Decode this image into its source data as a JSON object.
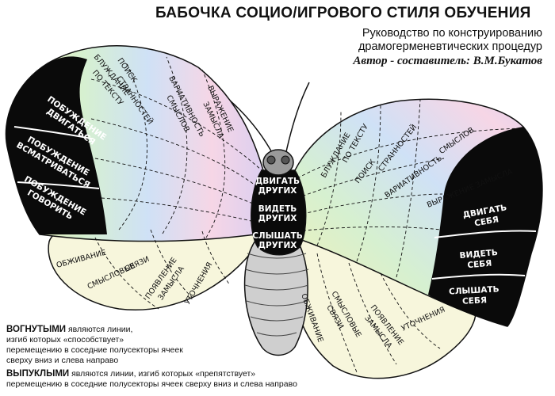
{
  "header": {
    "title": "БАБОЧКА СОЦИО/ИГРОВОГО СТИЛЯ ОБУЧЕНИЯ",
    "subtitle_line1": "Руководство по конструированию",
    "subtitle_line2": "драмогерменевтических процедур",
    "author": "Автор - составитель: В.М.Букатов"
  },
  "body_labels": {
    "line1a": "ДВИГАТЬ",
    "line1b": "ДРУГИХ",
    "line2a": "ВИДЕТЬ",
    "line2b": "ДРУГИХ",
    "line3a": "СЛЫШАТЬ",
    "line3b": "ДРУГИХ"
  },
  "left_black": {
    "item1_a": "ПОБУЖДЕНИЕ",
    "item1_b": "ДВИГАТЬСЯ",
    "item2_a": "ПОБУЖДЕНИЕ",
    "item2_b": "ВСМАТРИВАТЬСЯ",
    "item3_a": "ПОБУЖДЕНИЕ",
    "item3_b": "ГОВОРИТЬ"
  },
  "right_black": {
    "item1_a": "ДВИГАТЬ",
    "item1_b": "СЕБЯ",
    "item2_a": "ВИДЕТЬ",
    "item2_b": "СЕБЯ",
    "item3_a": "СЛЫШАТЬ",
    "item3_b": "СЕБЯ"
  },
  "left_upper": {
    "l1a": "БЛУЖДАНИЕ",
    "l1b": "ПО ТЕКСТУ",
    "l2a": "ПОИСК",
    "l2b": "СТРАННОСТЕЙ",
    "l3a": "ВАРИАТИВНОСТЬ",
    "l3b": "СМЫСЛОВ",
    "l4a": "ВЫРАЖЕНИЕ",
    "l4b": "ЗАМЫСЛА"
  },
  "right_upper": {
    "l1a": "БЛУЖДАНИЕ",
    "l1b": "ПО ТЕКСТУ",
    "l2a": "ПОИСК",
    "l2b": "СТРАННОСТЕЙ",
    "l3a": "ВАРИАТИВНОСТЬ",
    "l3b": "СМЫСЛОВ",
    "l4a": "ВЫРАЖЕНИЕ",
    "l4b": "ЗАМЫСЛА"
  },
  "left_lower": {
    "l1": "ОБЖИВАНИЕ",
    "l2a": "СМЫСЛОВЫЕ",
    "l2b": "СВЯЗИ",
    "l3a": "ПОЯВЛЕНИЕ",
    "l3b": "ЗАМЫСЛА",
    "l4": "УТОЧНЕНИЯ"
  },
  "right_lower": {
    "l1": "ОБЖИВАНИЕ",
    "l2a": "СМЫСЛОВЫЕ",
    "l2b": "СВЯЗИ",
    "l3a": "ПОЯВЛЕНИЕ",
    "l3b": "ЗАМЫСЛА",
    "l4": "УТОЧНЕНИЯ"
  },
  "notes": {
    "concave_word": "ВОГНУТЫМИ",
    "concave_rest": " являются линии,",
    "concave_line2": "изгиб которых «способствует»",
    "concave_line3": "перемещению в соседние полусекторы ячеек",
    "concave_line4": "сверху вниз и слева направо",
    "convex_word": "ВЫПУКЛЫМИ",
    "convex_rest": " являются линии, изгиб которых «препятствует»",
    "convex_line2": "перемещению в соседние полусекторы ячеек сверху вниз и слева направо"
  },
  "colors": {
    "outline": "#111111",
    "black_band": "#0a0a0a",
    "yellow": "#f6f2b4",
    "green": "#d6f0d0",
    "blue": "#cfe1f6",
    "pink": "#f6d6e6",
    "lavender": "#dccff0",
    "lower_wing": "#f7f6dc",
    "abdomen": "#cfcfcf"
  }
}
